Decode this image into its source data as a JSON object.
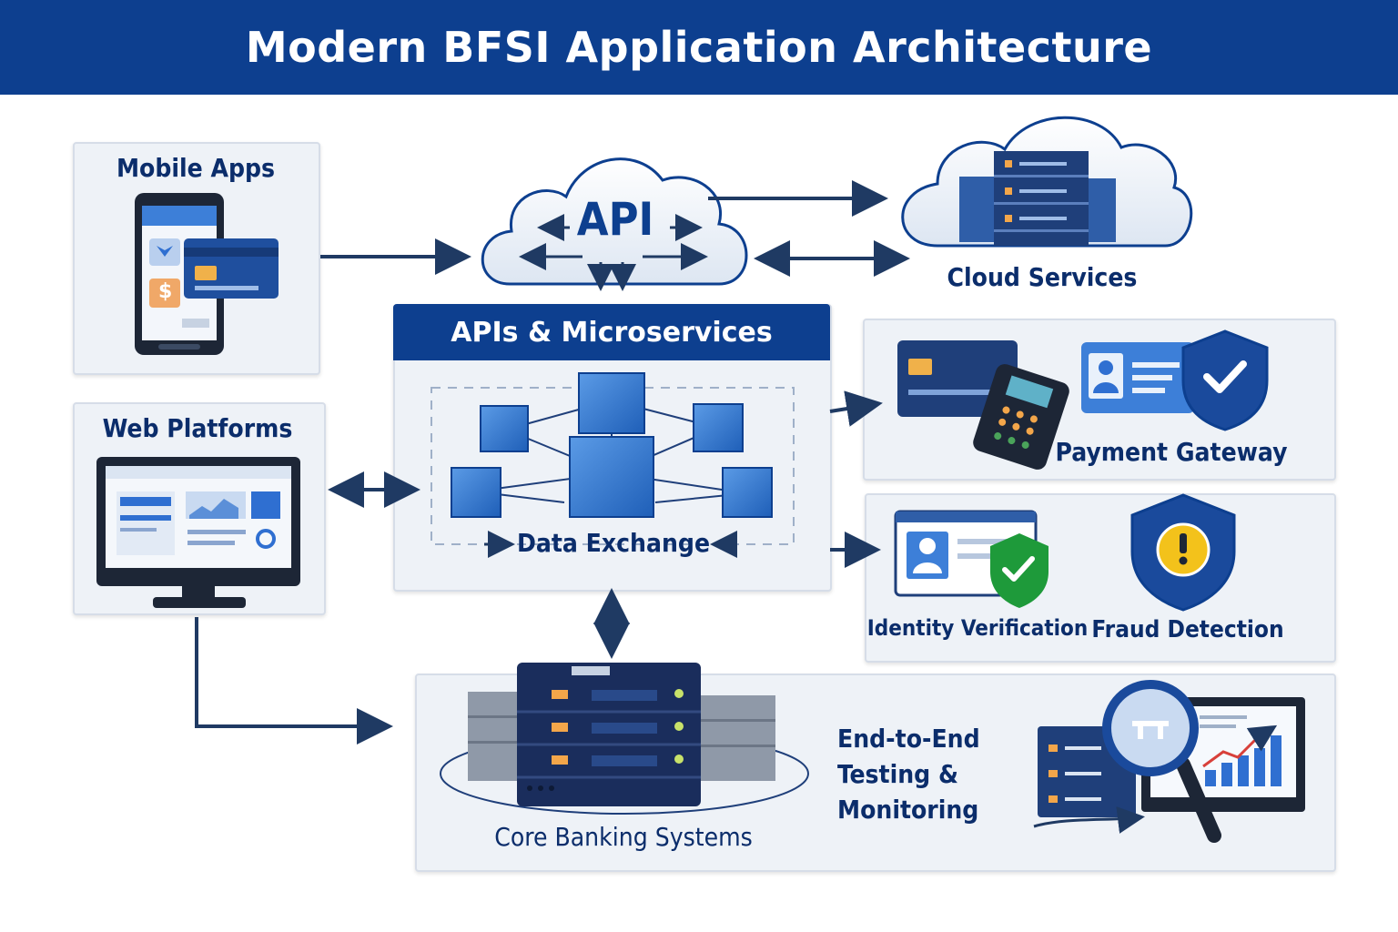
{
  "title": "Modern BFSI Application Architecture",
  "nodes": {
    "mobile_apps": "Mobile Apps",
    "web_platforms": "Web Platforms",
    "api": "API",
    "cloud_services": "Cloud Services",
    "apis_microservices": "APIs & Microservices",
    "data_exchange": "Data Exchange",
    "payment_gateway": "Payment Gateway",
    "identity_verification": "Identity Verification",
    "fraud_detection": "Fraud Detection",
    "core_banking": "Core Banking Systems",
    "testing_line1": "End-to-End",
    "testing_line2": "Testing &",
    "testing_line3": "Monitoring"
  },
  "icons": {
    "currency": "$"
  },
  "colors": {
    "banner": "#0d3f8f",
    "text": "#0b2d6b",
    "panel": "#eef2f7",
    "accent_blue": "#2f6fd1",
    "success": "#1e9a3a",
    "warning": "#f3c21b",
    "orange": "#e58a3c"
  }
}
